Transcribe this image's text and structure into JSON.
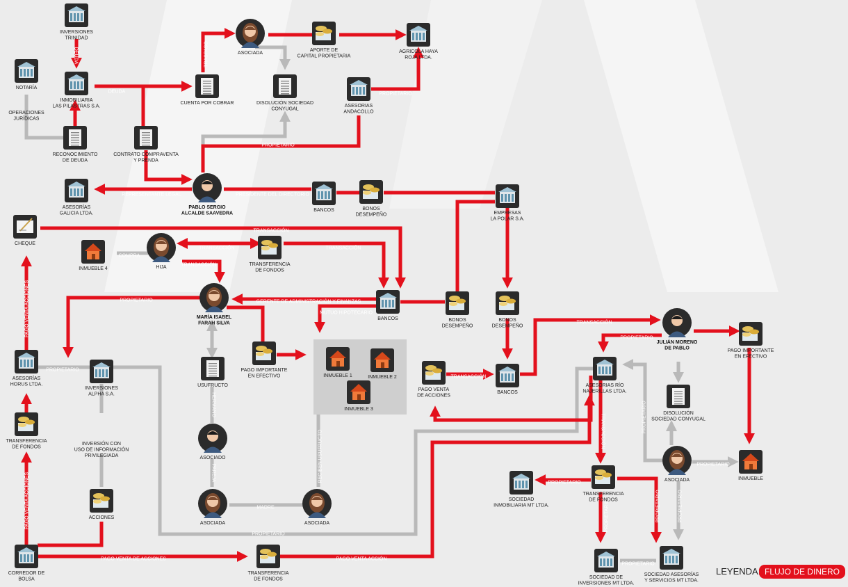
{
  "nodes": {
    "inversiones_trinidad": [
      "INVERSIONES",
      "TRINIDAD"
    ],
    "notaria": [
      "NOTARÍA"
    ],
    "inmobiliaria": [
      "INMOBILIARIA",
      "LAS PILASTRAS S.A."
    ],
    "cuenta_cobrar": [
      "CUENTA POR COBRAR"
    ],
    "asociada_top": [
      "ASOCIADA"
    ],
    "aporte": [
      "APORTE DE",
      "CAPITAL PROPIETARIA"
    ],
    "agricola": [
      "AGRICOLA HAYA",
      "ROJA LTDA."
    ],
    "disolucion1": [
      "DISOLUCIÓN SOCIEDAD",
      "CONYUGAL"
    ],
    "asesorias_andacollo": [
      "ASESORIAS",
      "ANDACOLLO"
    ],
    "operaciones": [
      "OPERACIONES",
      "JURÍDICAS"
    ],
    "reconocimiento": [
      "RECONOCIMIENTO",
      "DE DEUDA"
    ],
    "contrato": [
      "CONTRATO COMPRAVENTA",
      "Y PRENDA"
    ],
    "asesorias_galicia": [
      "ASESORÍAS",
      "GALICIA LTDA."
    ],
    "pablo": [
      "PABLO SERGIO",
      "ALCALDE SAAVEDRA"
    ],
    "bancos1": [
      "BANCOS"
    ],
    "bonos1": [
      "BONOS",
      "DESEMPEÑO"
    ],
    "empresas_polar": [
      "EMPRESAS",
      "LA POLAR S.A."
    ],
    "cheque": [
      "CHEQUE"
    ],
    "inmueble4": [
      "INMUEBLE 4"
    ],
    "hija": [
      "HIJA"
    ],
    "transf_fondos1": [
      "TRANSFERENCIA",
      "DE FONDOS"
    ],
    "maria": [
      "MARÍA ISABEL",
      "FARAH SILVA"
    ],
    "bancos2": [
      "BANCOS"
    ],
    "bonos2": [
      "BONOS",
      "DESEMPEÑO"
    ],
    "bonos3": [
      "BONOS",
      "DESEMPEÑO"
    ],
    "julian": [
      "JULIÁN MORENO",
      "DE PABLO"
    ],
    "pago_efectivo2": [
      "PAGO IMPORTANTE",
      "EN EFECTIVO"
    ],
    "asesorias_horus": [
      "ASESORÍAS",
      "HORUS LTDA."
    ],
    "inversiones_alpha": [
      "INVERSIONES",
      "ALPHA S.A."
    ],
    "usufructo": [
      "USUFRUCTO"
    ],
    "pago_efectivo1": [
      "PAGO IMPORTANTE",
      "EN EFECTIVO"
    ],
    "inmueble1": [
      "INMUEBLE 1"
    ],
    "inmueble2": [
      "INMUEBLE 2"
    ],
    "inmueble3": [
      "INMUEBLE 3"
    ],
    "pago_venta_acciones": [
      "PAGO VENTA",
      "DE ACCIONES"
    ],
    "bancos3": [
      "BANCOS"
    ],
    "asesorias_rio": [
      "ASESORIAS RÍO",
      "NAJERILLAS LTDA."
    ],
    "disolucion2": [
      "DISOLUCIÓN",
      "SOCIEDAD CONYUGAL"
    ],
    "transf_fondos_left": [
      "TRANSFERENCIA",
      "DE FONDOS"
    ],
    "inversion_info": [
      "INVERSIÓN CON",
      "USO DE INFORMACIÓN",
      "PRIVILEGIADA"
    ],
    "asociado": [
      "ASOCIADO"
    ],
    "asociada_right": [
      "ASOCIADA"
    ],
    "inmueble": [
      "INMUEBLE"
    ],
    "sociedad_inmob_mt": [
      "SOCIEDAD",
      "INMOBILIARIA MT LTDA."
    ],
    "transf_fondos_right": [
      "TRANSFERENCIA",
      "DE FONDOS"
    ],
    "acciones": [
      "ACCIONES"
    ],
    "asociada_bl": [
      "ASOCIADA"
    ],
    "asociada_br": [
      "ASOCIADA"
    ],
    "corredor": [
      "CORREDOR DE",
      "BOLSA"
    ],
    "transf_fondos_bottom": [
      "TRANSFERENCIA",
      "DE FONDOS"
    ],
    "sociedad_inv_mt": [
      "SOCIEDAD DE",
      "INVERSIONES MT LTDA."
    ],
    "sociedad_asesorias_mt": [
      "SOCIEDAD ASESORÍAS",
      "Y SERVICIOS MT LTDA."
    ]
  },
  "edges": {
    "deuda_v": "DEUDA",
    "deuda_h": "DEUDA",
    "traspaso": "TRASPASO",
    "propietario_andacollo": "PROPIETARIO",
    "propietario_mid": "PROPIETARIO",
    "representante": "REPRESENTANTE LEGAL",
    "presidente": "PRESIDENTE DEL DIRECTORIO",
    "transaccion_cheque": "TRANSACCIÓN",
    "compra": "COMPRA",
    "transaccion_hija": "TRANSACCIÓN",
    "transaccion_hija_down": "TRANSACCIÓN",
    "transaccion_tf": "TRANSACCIÓN",
    "propietario_maria": "PROPIETARIO",
    "gerente": "GERENTE DE ADMINISTRACIÓN Y FINANZAS",
    "mutuo": "MUTUO HIPOTECARIO",
    "transaccion_julian": "TRANSACCIÓN",
    "propietario_julian": "PROPIETARIO",
    "propietario_horus": "PROPIETARIO",
    "pago_venta_acciones_v": "PAGO VENTA ACCIONES",
    "transaccion_pva": "TRANSACCIÓN",
    "hermano": "HERMANO",
    "pareja": "PAREJA",
    "recibe_usufructo": "RECIBEN USUFRUCTO",
    "transaccion_rio": "TRANSACCIÓN",
    "propietario_asoc": "PROPIETARIO",
    "propietario_inmueble": "PROPIETARIO",
    "propietario_sim": "PROPIETARIO",
    "pago_venta_acciones_v2": "PAGO VENTA ACCIONES",
    "madre": "MADRE",
    "propietario_bottom": "PROPIETARIO",
    "propietario_sim2": "PROPIETARIO",
    "propietario_r1": "PROPIETARIO",
    "propietario_r2": "PROPIETARIO",
    "propietario_sas": "PROPIETARIO",
    "pago_venta_acciones_h": "PAGO VENTA DE ACCIONES",
    "pago_venta_accion": "PAGO VENTA ACCIÓN"
  },
  "legend": {
    "label": "LEYENDA:",
    "item": "FLUJO DE DINERO"
  },
  "colors": {
    "money_flow": "#e3101c",
    "relation": "#b9b9b9",
    "icon_dark": "#2b2b2b",
    "house": "#e8501e"
  }
}
